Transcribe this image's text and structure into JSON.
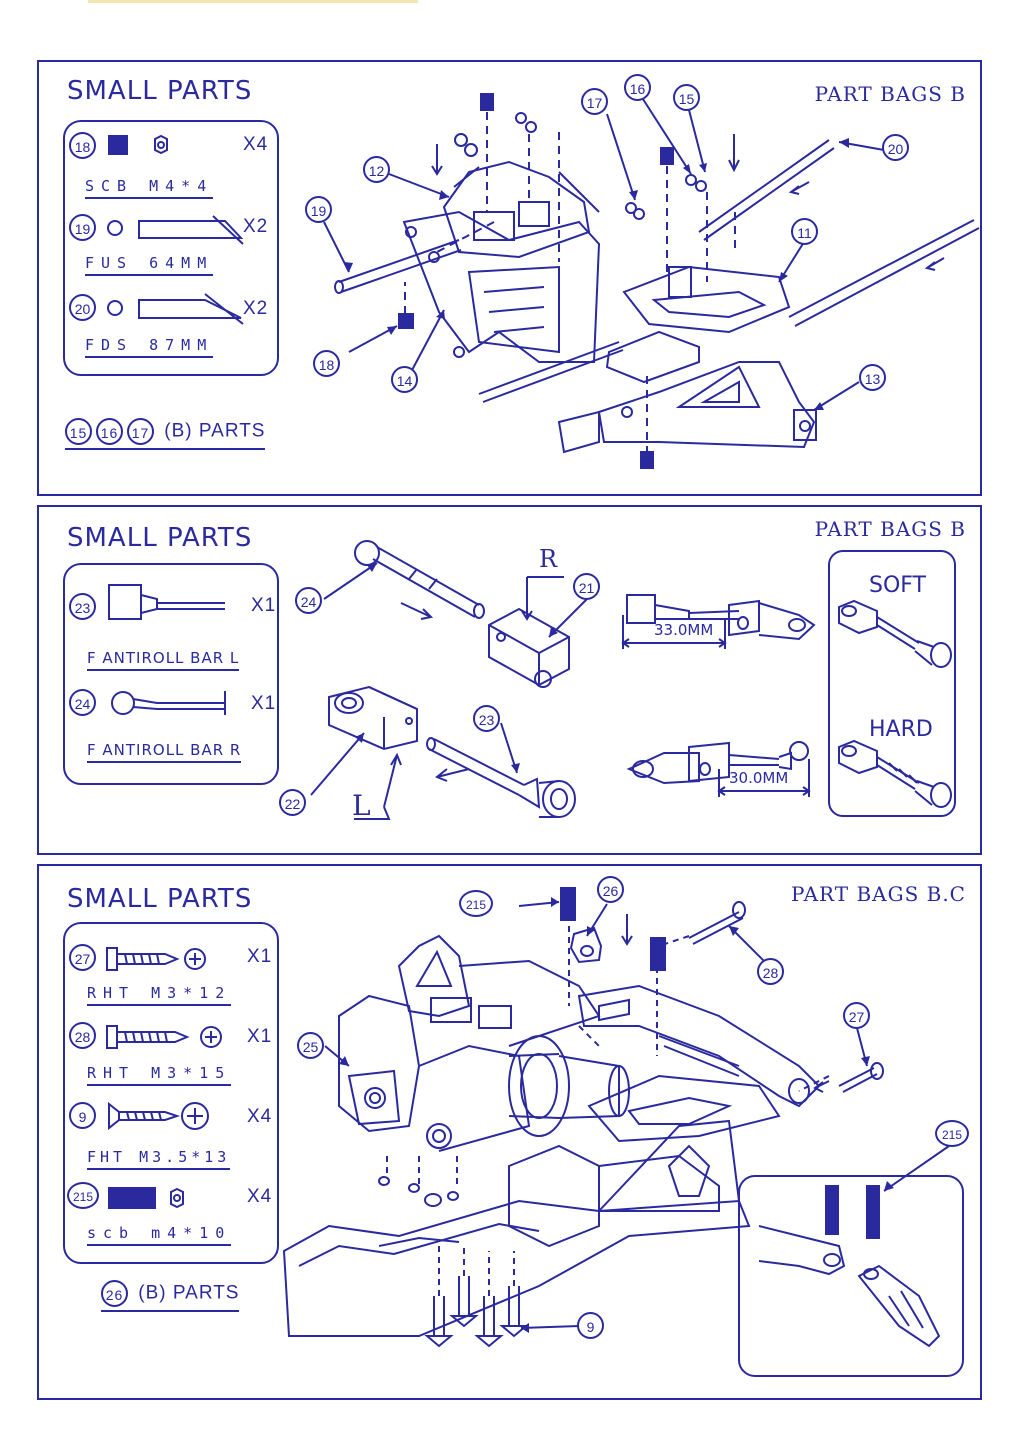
{
  "panels": [
    {
      "title": "SMALL PARTS",
      "bag": "PART BAGS B",
      "items": [
        {
          "no": "18",
          "qty": "X4",
          "code": "SCB M4*4"
        },
        {
          "no": "19",
          "qty": "X2",
          "code": "FUS 64MM"
        },
        {
          "no": "20",
          "qty": "X2",
          "code": "FDS 87MM"
        }
      ],
      "note": {
        "nos": [
          "15",
          "16",
          "17"
        ],
        "text": "(B) PARTS"
      },
      "callouts": [
        "12",
        "19",
        "18",
        "14",
        "17",
        "16",
        "15",
        "20",
        "11",
        "13"
      ]
    },
    {
      "title": "SMALL PARTS",
      "bag": "PART BAGS B",
      "items": [
        {
          "no": "23",
          "qty": "X1",
          "code": "F ANTIROLL BAR L"
        },
        {
          "no": "24",
          "qty": "X1",
          "code": "F ANTIROLL BAR R"
        }
      ],
      "callouts": [
        "24",
        "21",
        "22",
        "23"
      ],
      "letters": {
        "r": "R",
        "l": "L"
      },
      "dims": {
        "a": "33.0MM",
        "b": "30.0MM"
      },
      "options": {
        "soft": "SOFT",
        "hard": "HARD"
      }
    },
    {
      "title": "SMALL PARTS",
      "bag": "PART BAGS B.C",
      "items": [
        {
          "no": "27",
          "qty": "X1",
          "code": "RHT M3*12"
        },
        {
          "no": "28",
          "qty": "X1",
          "code": "RHT M3*15"
        },
        {
          "no": "9",
          "qty": "X4",
          "code": "FHT M3.5*13"
        },
        {
          "no": "215",
          "qty": "X4",
          "code": "scb m4*10"
        }
      ],
      "note": {
        "nos": [
          "26"
        ],
        "text": "(B) PARTS"
      },
      "callouts": [
        "215",
        "26",
        "28",
        "25",
        "27",
        "215",
        "9"
      ]
    }
  ],
  "colors": {
    "ink": "#2a2a9e",
    "paper": "#ffffff"
  }
}
